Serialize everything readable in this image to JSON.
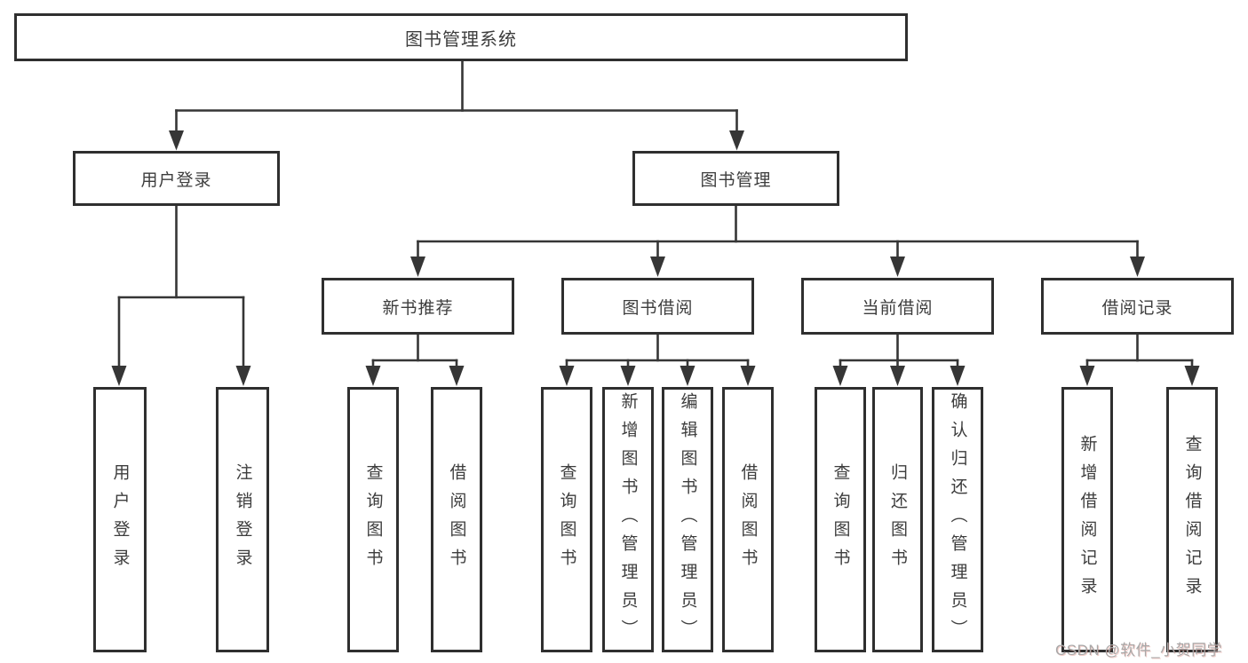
{
  "diagram": {
    "root": {
      "label": "图书管理系统"
    },
    "branches": [
      {
        "label": "用户登录",
        "children": [
          {
            "label": "用户登录"
          },
          {
            "label": "注销登录"
          }
        ]
      },
      {
        "label": "图书管理",
        "children": [
          {
            "label": "新书推荐",
            "children": [
              {
                "label": "查询图书"
              },
              {
                "label": "借阅图书"
              }
            ]
          },
          {
            "label": "图书借阅",
            "children": [
              {
                "label": "查询图书"
              },
              {
                "label": "新增图书（管理员）"
              },
              {
                "label": "编辑图书（管理员）"
              },
              {
                "label": "借阅图书"
              }
            ]
          },
          {
            "label": "当前借阅",
            "children": [
              {
                "label": "查询图书"
              },
              {
                "label": "归还图书"
              },
              {
                "label": "确认归还（管理员）"
              }
            ]
          },
          {
            "label": "借阅记录",
            "children": [
              {
                "label": "新增借阅记录"
              },
              {
                "label": "查询借阅记录"
              }
            ]
          }
        ]
      }
    ]
  },
  "watermark": {
    "text": "CSDN @软件_小贺同学"
  },
  "colors": {
    "line": "#363636",
    "box_border": "#2f2f2f",
    "text": "#3d3d3d",
    "watermark": "#a8a8a8",
    "background": "#ffffff"
  }
}
